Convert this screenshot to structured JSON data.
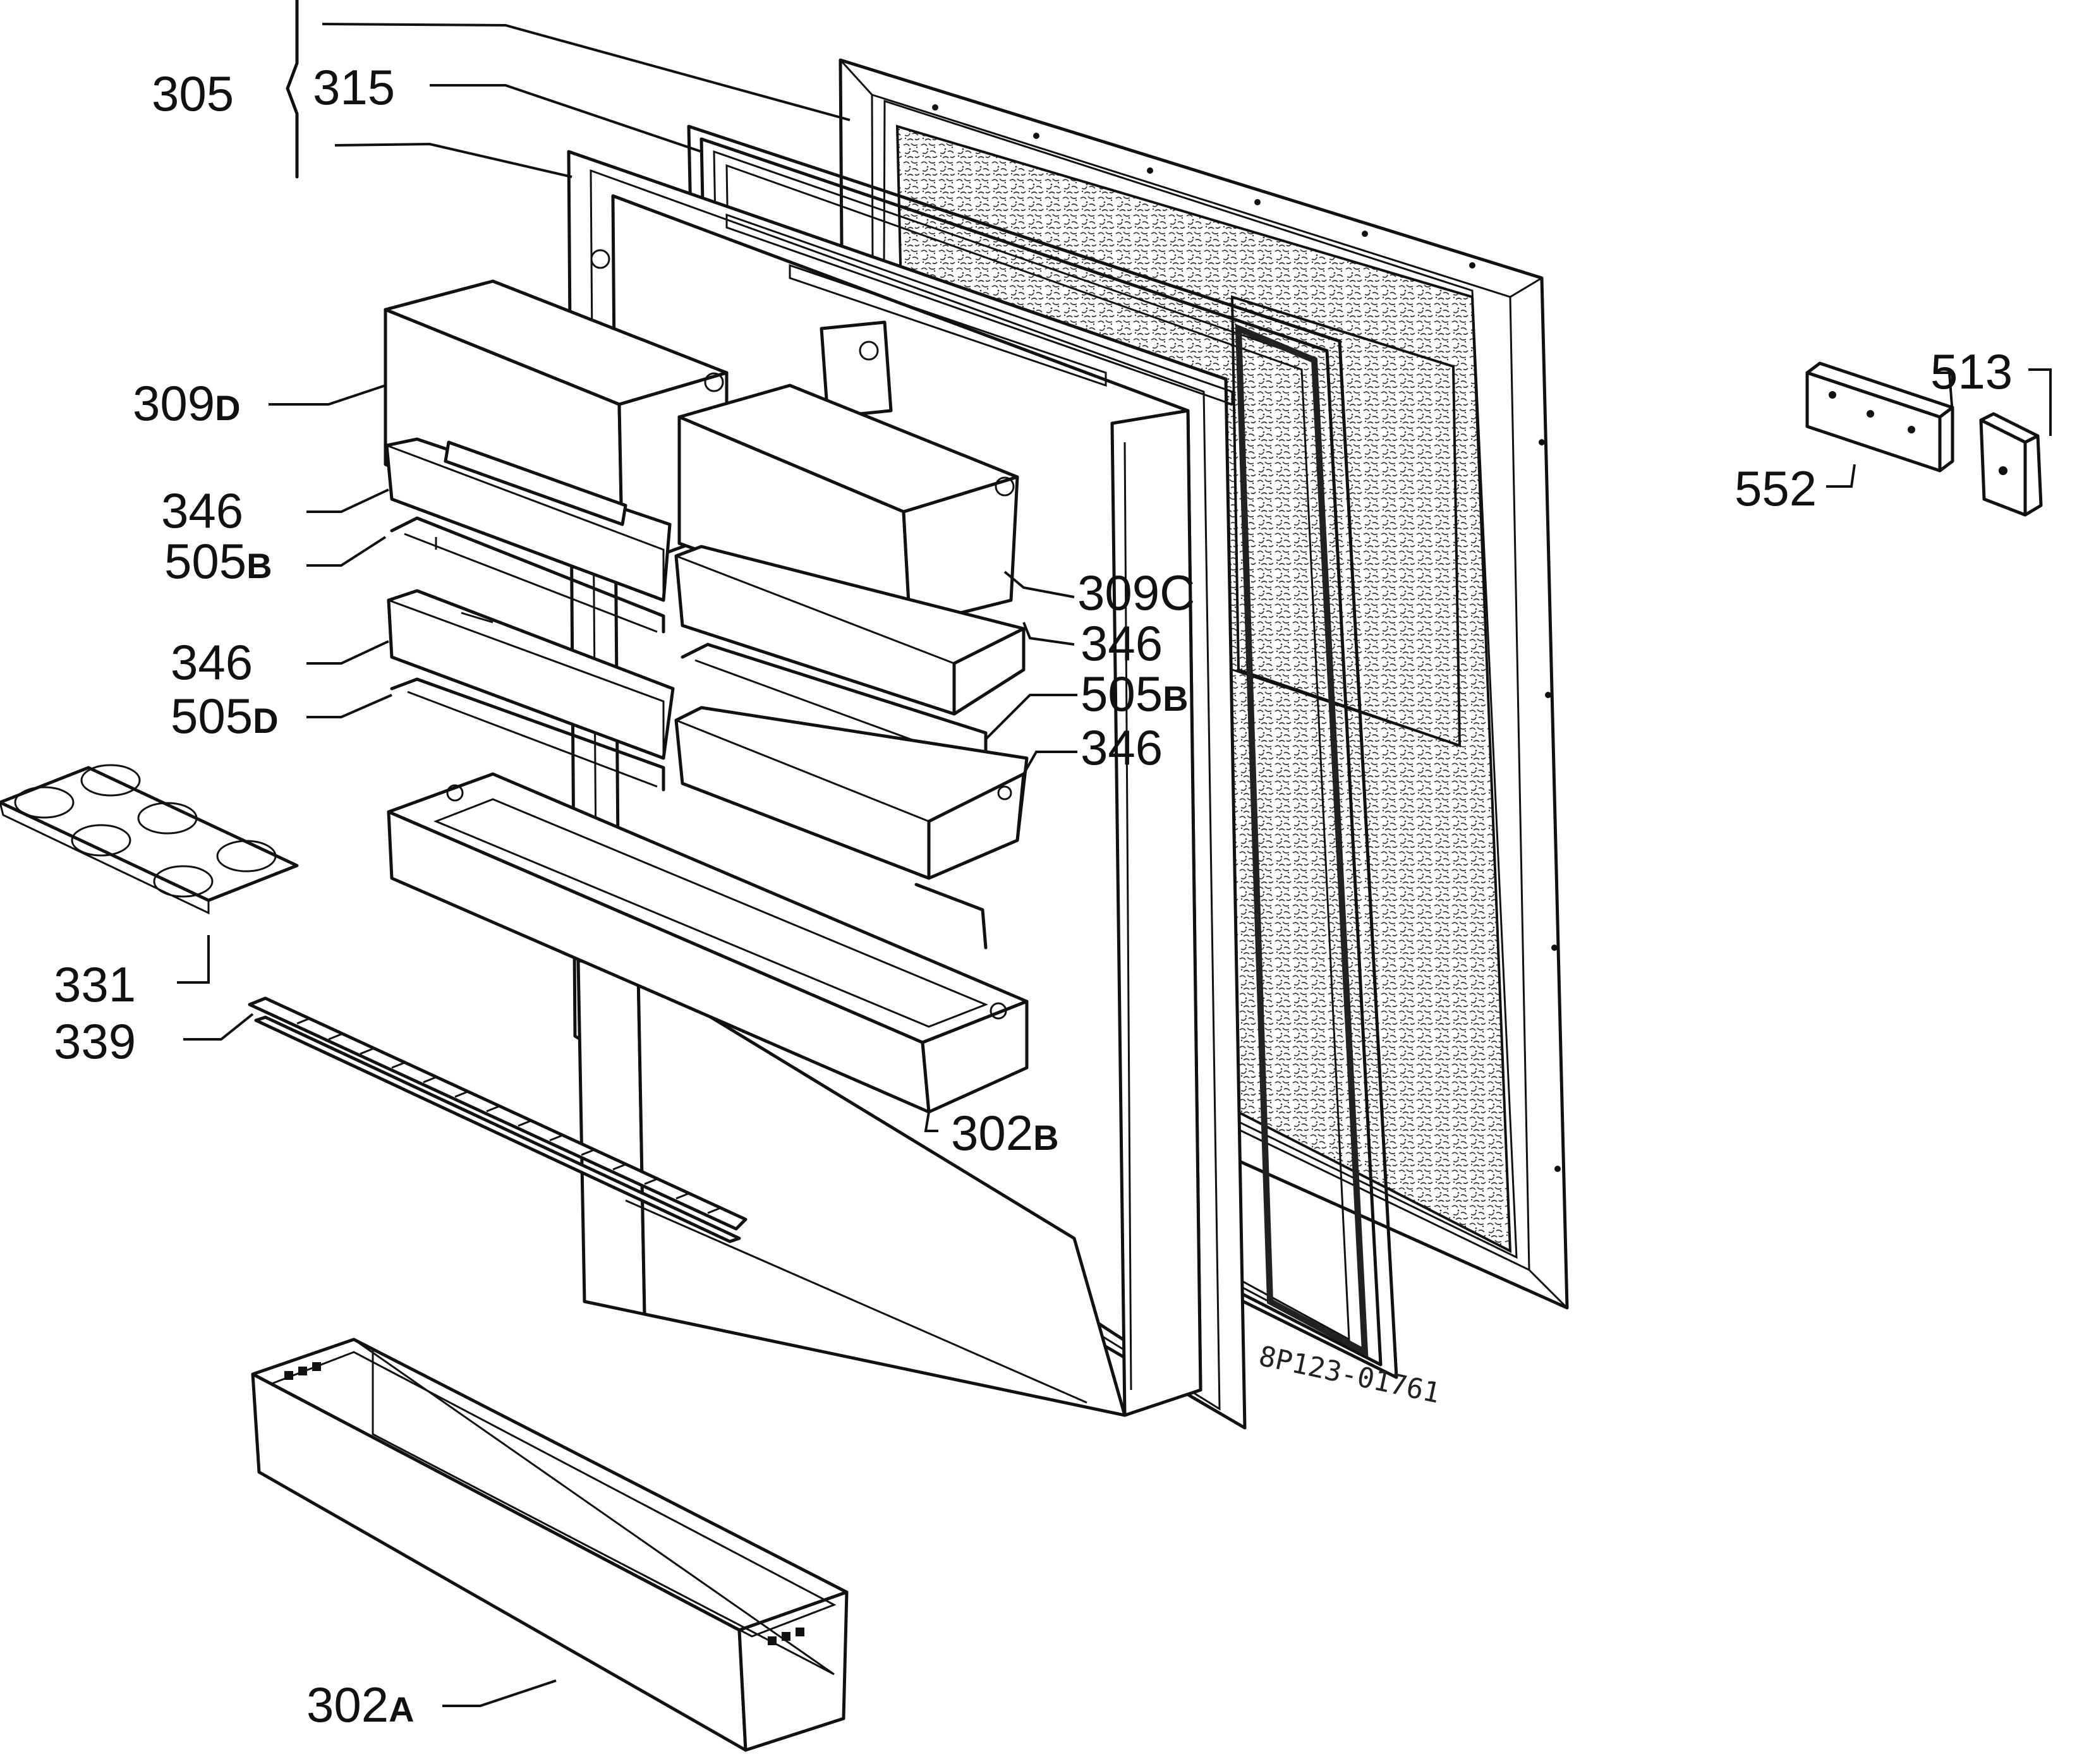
{
  "labels": {
    "l305": "305",
    "l315": "315",
    "l309d_num": "309",
    "l309d_suf": "D",
    "l346_a": "346",
    "l505b_a_num": "505",
    "l505b_a_suf": "B",
    "l346_b": "346",
    "l505d_num": "505",
    "l505d_suf": "D",
    "l331": "331",
    "l339": "339",
    "l309c": "309C",
    "l346_c": "346",
    "l505b_b_num": "505",
    "l505b_b_suf": "B",
    "l346_d": "346",
    "l302b_num": "302",
    "l302b_suf": "B",
    "l302a_num": "302",
    "l302a_suf": "A",
    "l513": "513",
    "l552": "552"
  },
  "drawing_code": "8P123-01761",
  "colors": {
    "ink": "#111111",
    "paper": "#ffffff",
    "foam": "#cfcfcf"
  }
}
